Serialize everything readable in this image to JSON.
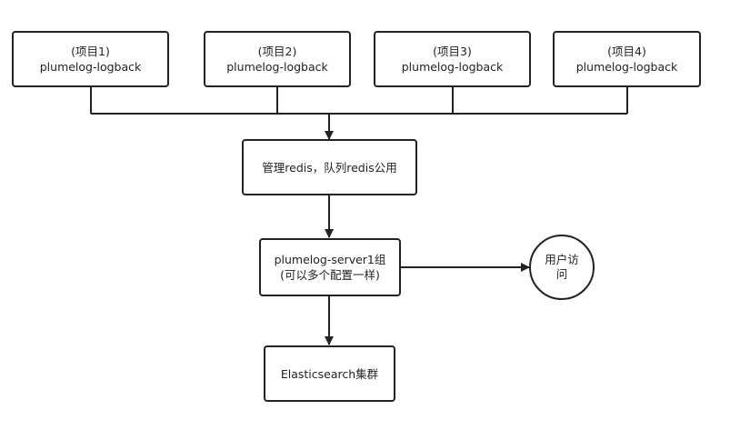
{
  "projects": [
    {
      "line1": "(项目1)",
      "line2": "plumelog-logback"
    },
    {
      "line1": "(项目2)",
      "line2": "plumelog-logback"
    },
    {
      "line1": "(项目3)",
      "line2": "plumelog-logback"
    },
    {
      "line1": "(项目4)",
      "line2": "plumelog-logback"
    }
  ],
  "redis": {
    "label": "管理redis，队列redis公用"
  },
  "server": {
    "line1": "plumelog-server1组",
    "line2": "(可以多个配置一样)"
  },
  "es": {
    "label": "Elasticsearch集群"
  },
  "user": {
    "line1": "用户访",
    "line2": "问"
  },
  "colors": {
    "stroke": "#222222",
    "text": "#222222"
  }
}
